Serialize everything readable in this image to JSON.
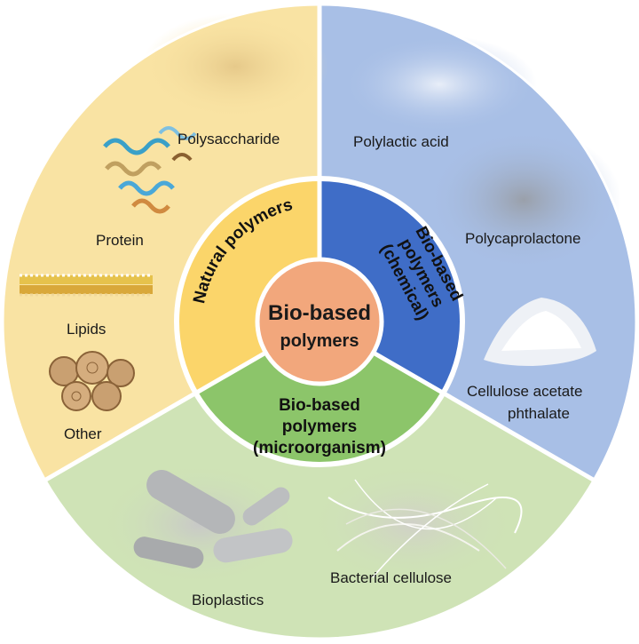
{
  "center": {
    "line1": "Bio-based",
    "line2": "polymers"
  },
  "sectors": {
    "natural": {
      "title": "Natural polymers",
      "items": [
        "Polysaccharide",
        "Protein",
        "Lipids",
        "Other"
      ]
    },
    "chemical": {
      "title_lines": [
        "Bio-based",
        "polymers",
        "(chemical)"
      ],
      "items": [
        "Polylactic acid",
        "Polycaprolactone",
        "Cellulose acetate",
        "phthalate"
      ]
    },
    "microorganism": {
      "title_lines": [
        "Bio-based",
        "polymers",
        "(microorganism)"
      ],
      "items": [
        "Bioplastics",
        "Bacterial cellulose"
      ]
    }
  },
  "colors": {
    "natural_outer": "#f9e3a3",
    "natural_inner": "#fbd56a",
    "chemical_outer": "#a8bfe6",
    "chemical_inner": "#3f6dc7",
    "micro_outer": "#cfe3b6",
    "micro_inner": "#8cc56a",
    "center": "#f2a77c"
  },
  "icons": [
    "protein-ribbon-icon",
    "lipid-bilayer-icon",
    "wood-logs-icon",
    "powder-pile-icon",
    "bacteria-icon",
    "cellulose-fiber-icon"
  ]
}
